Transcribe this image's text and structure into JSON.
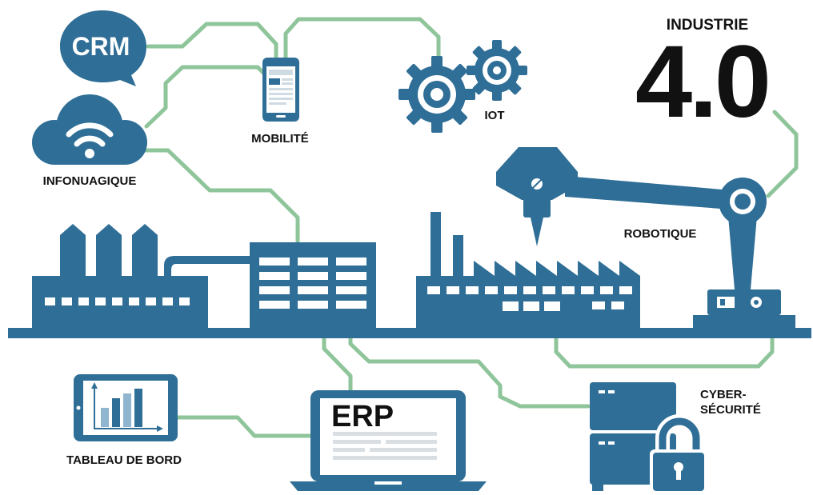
{
  "title": {
    "small": "INDUSTRIE",
    "big": "4.0"
  },
  "labels": {
    "crm": "CRM",
    "mobility": "MOBILITÉ",
    "iot": "IOT",
    "cloud": "INFONUAGIQUE",
    "robotics": "ROBOTIQUE",
    "erp": "ERP",
    "dashboard": "TABLEAU DE BORD",
    "cyber_line1": "CYBER-",
    "cyber_line2": "SÉCURITÉ"
  },
  "colors": {
    "primary": "#2f6e96",
    "connector": "#8fc59a",
    "text": "#111111",
    "background": "#ffffff"
  },
  "icons": [
    "crm-bubble-icon",
    "smartphone-icon",
    "gears-icon",
    "cloud-wifi-icon",
    "robot-arm-icon",
    "factory-icon",
    "laptop-icon",
    "tablet-chart-icon",
    "server-lock-icon"
  ]
}
